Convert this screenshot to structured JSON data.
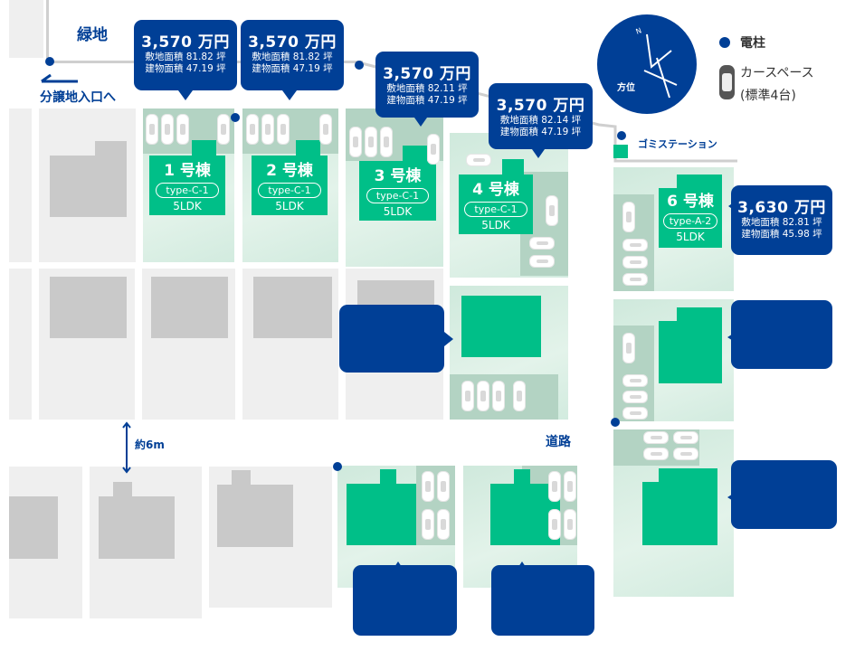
{
  "labels": {
    "greenspace": "緑地",
    "entrance": "分譲地入口へ",
    "road": "道路",
    "road_width": "約6m",
    "garbage": "ゴミステーション",
    "compass": "方位",
    "north": "N"
  },
  "legend": {
    "pole": "電柱",
    "carspace": "カースペース",
    "carspace_note": "(標準4台)"
  },
  "units": [
    {
      "name": "1 号棟",
      "type": "type-C-1",
      "plan": "5LDK",
      "price": "3,570 万円",
      "land": "敷地面積 81.82 坪",
      "floor": "建物面積 47.19 坪"
    },
    {
      "name": "2 号棟",
      "type": "type-C-1",
      "plan": "5LDK",
      "price": "3,570 万円",
      "land": "敷地面積 81.82 坪",
      "floor": "建物面積 47.19 坪"
    },
    {
      "name": "3 号棟",
      "type": "type-C-1",
      "plan": "5LDK",
      "price": "3,570 万円",
      "land": "敷地面積 82.11 坪",
      "floor": "建物面積 47.19 坪"
    },
    {
      "name": "4 号棟",
      "type": "type-C-1",
      "plan": "5LDK",
      "price": "3,570 万円",
      "land": "敷地面積 82.14 坪",
      "floor": "建物面積 47.19 坪"
    },
    {
      "name": "6 号棟",
      "type": "type-A-2",
      "plan": "5LDK",
      "price": "3,630 万円",
      "land": "敷地面積 82.81 坪",
      "floor": "建物面積 45.98 坪"
    }
  ],
  "colors": {
    "navy": "#003f96",
    "building": "#00bf88",
    "lot": "#d4ece0",
    "neighbor": "#efefef"
  }
}
